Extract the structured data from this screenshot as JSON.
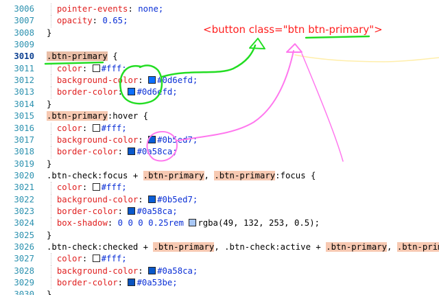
{
  "colors": {
    "line_number": "#2b91af",
    "property": "#e02020",
    "value": "#0a2fd6",
    "highlight": "#f7c9b2",
    "annotation_red": "#ff2020",
    "annotation_green": "#22dd22",
    "annotation_pink": "#ff77ee"
  },
  "annotation": {
    "full": "<button class=\"btn btn-primary\">",
    "prefix": "<button  class=\"btn  ",
    "highlighted": "btn-primary",
    "suffix": "\">"
  },
  "lines": [
    {
      "num": "3006",
      "selector": [],
      "prop": "pointer-events",
      "val": "none;",
      "swatch": null
    },
    {
      "num": "3007",
      "selector": [],
      "prop": "opacity",
      "val": "0.65;",
      "swatch": null
    },
    {
      "num": "3008",
      "selector": [
        {
          "t": "}",
          "hl": false
        }
      ]
    },
    {
      "num": "3009",
      "selector": []
    },
    {
      "num": "3010",
      "current": true,
      "selector": [
        {
          "t": ".btn-primary",
          "hl": "strong"
        },
        {
          "t": " {",
          "hl": false
        }
      ]
    },
    {
      "num": "3011",
      "prop": "color",
      "val": "#fff;",
      "swatch": "#ffffff"
    },
    {
      "num": "3012",
      "prop": "background-color",
      "val": "#0d6efd;",
      "swatch": "#0d6efd"
    },
    {
      "num": "3013",
      "prop": "border-color",
      "val": "#0d6efd;",
      "swatch": "#0d6efd"
    },
    {
      "num": "3014",
      "selector": [
        {
          "t": "}",
          "hl": false
        }
      ]
    },
    {
      "num": "3015",
      "selector": [
        {
          "t": ".btn-primary",
          "hl": true
        },
        {
          "t": ":hover {",
          "hl": false
        }
      ]
    },
    {
      "num": "3016",
      "prop": "color",
      "val": "#fff;",
      "swatch": "#ffffff"
    },
    {
      "num": "3017",
      "prop": "background-color",
      "val": "#0b5ed7;",
      "swatch": "#0b5ed7"
    },
    {
      "num": "3018",
      "prop": "border-color",
      "val": "#0a58ca;",
      "swatch": "#0a58ca"
    },
    {
      "num": "3019",
      "selector": [
        {
          "t": "}",
          "hl": false
        }
      ]
    },
    {
      "num": "3020",
      "selector": [
        {
          "t": ".btn-check:focus + ",
          "hl": false
        },
        {
          "t": ".btn-primary",
          "hl": true
        },
        {
          "t": ", ",
          "hl": false
        },
        {
          "t": ".btn-primary",
          "hl": true
        },
        {
          "t": ":focus {",
          "hl": false
        }
      ]
    },
    {
      "num": "3021",
      "prop": "color",
      "val": "#fff;",
      "swatch": "#ffffff"
    },
    {
      "num": "3022",
      "prop": "background-color",
      "val": "#0b5ed7;",
      "swatch": "#0b5ed7"
    },
    {
      "num": "3023",
      "prop": "border-color",
      "val": "#0a58ca;",
      "swatch": "#0a58ca"
    },
    {
      "num": "3024",
      "prop": "box-shadow",
      "val": "0 0 0 0.25rem rgba(49, 132, 253, 0.5);",
      "pre": "0 0 0 0.25rem ",
      "swatch": "#a8c7f5",
      "post": "rgba(49, 132, 253, 0.5);"
    },
    {
      "num": "3025",
      "selector": [
        {
          "t": "}",
          "hl": false
        }
      ]
    },
    {
      "num": "3026",
      "selector": [
        {
          "t": ".btn-check:checked + ",
          "hl": false
        },
        {
          "t": ".btn-primary",
          "hl": true
        },
        {
          "t": ", .btn-check:active + ",
          "hl": false
        },
        {
          "t": ".btn-primary",
          "hl": true
        },
        {
          "t": ", ",
          "hl": false
        },
        {
          "t": ".btn-primary",
          "hl": true
        }
      ]
    },
    {
      "num": "3027",
      "prop": "color",
      "val": "#fff;",
      "swatch": "#ffffff"
    },
    {
      "num": "3028",
      "prop": "background-color",
      "val": "#0a58ca;",
      "swatch": "#0a58ca"
    },
    {
      "num": "3029",
      "prop": "border-color",
      "val": "#0a53be;",
      "swatch": "#0a53be"
    },
    {
      "num": "3030",
      "selector": [
        {
          "t": "}",
          "hl": false
        }
      ]
    }
  ]
}
